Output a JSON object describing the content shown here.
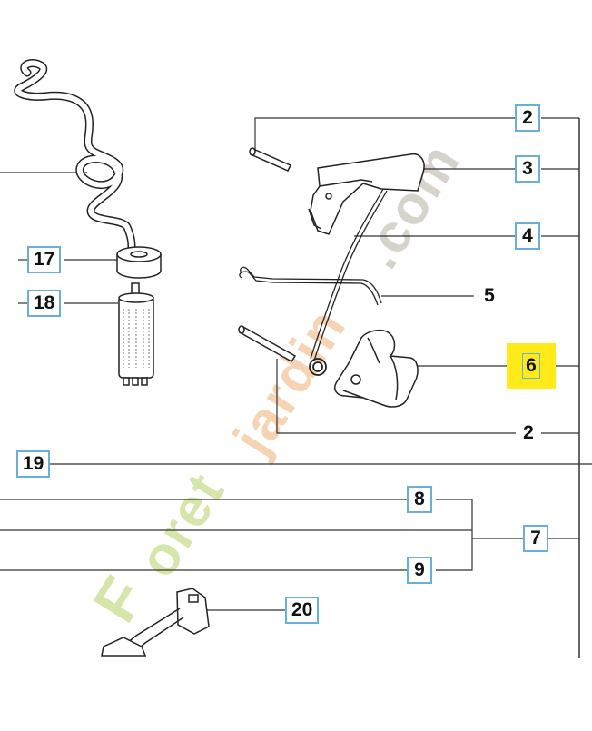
{
  "diagram": {
    "watermark": "Foretjardin.com",
    "callouts": {
      "c2_top": "2",
      "c3": "3",
      "c4": "4",
      "c5": "5",
      "c6": "6",
      "c2_bottom": "2",
      "c17": "17",
      "c18": "18",
      "c19": "19",
      "c8": "8",
      "c7": "7",
      "c9": "9",
      "c20": "20"
    },
    "highlighted_part": "6",
    "colors": {
      "callout_border": "#6ab0d6",
      "highlight": "#ffea1a",
      "watermark_green": "#c9de8e",
      "watermark_orange": "#f3c49a",
      "watermark_gray": "#c8c4bc",
      "line": "#333333"
    }
  }
}
